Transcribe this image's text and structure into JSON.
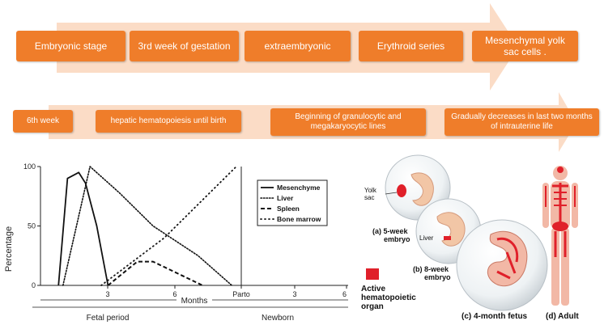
{
  "timeline": {
    "row1": [
      "Embryonic stage",
      "3rd week of gestation",
      "extraembryonic",
      "Erythroid series",
      "Mesenchymal yolk sac cells ."
    ],
    "row2": [
      "6th week",
      "hepatic hematopoiesis until birth",
      "Beginning of granulocytic and megakaryocytic lines",
      "Gradually decreases in last two months of intrauterine life"
    ]
  },
  "colors": {
    "arrow": "#fbdcc6",
    "chip": "#ef7d2a",
    "organ": "#e0202a"
  },
  "chart_data": {
    "type": "line",
    "ylabel": "Percentage",
    "xlabel": "Months",
    "yticks": [
      "0",
      "50",
      "100"
    ],
    "xticks": [
      "3",
      "6",
      "Parto",
      "3",
      "6"
    ],
    "periods": [
      "Fetal period",
      "Newborn"
    ],
    "ylim": [
      0,
      100
    ],
    "series": [
      {
        "name": "Mesenchyme",
        "style": "solid",
        "x": [
          0.8,
          1.2,
          1.7,
          2.0,
          2.5,
          3.0
        ],
        "y": [
          0,
          90,
          95,
          86,
          50,
          0
        ]
      },
      {
        "name": "Liver",
        "style": "dotted",
        "x": [
          1.0,
          2.2,
          3.5,
          5.0,
          7.0,
          8.5
        ],
        "y": [
          0,
          100,
          78,
          50,
          25,
          0
        ]
      },
      {
        "name": "Spleen",
        "style": "dashed",
        "x": [
          3.0,
          4.3,
          5.0,
          7.2
        ],
        "y": [
          0,
          20,
          20,
          0
        ]
      },
      {
        "name": "Bone marrow",
        "style": "sparse-dotted",
        "x": [
          2.7,
          5.5,
          8.7
        ],
        "y": [
          0,
          40,
          100
        ]
      }
    ]
  },
  "illustration": {
    "yolk_sac_label": "Yolk sac",
    "liver_label": "Liver",
    "stage_a": "(a) 5-week embryo",
    "stage_b": "(b) 8-week embryo",
    "stage_c": "(c) 4-month fetus",
    "stage_d": "(d) Adult",
    "legend_label": "Active hematopoietic organ"
  }
}
